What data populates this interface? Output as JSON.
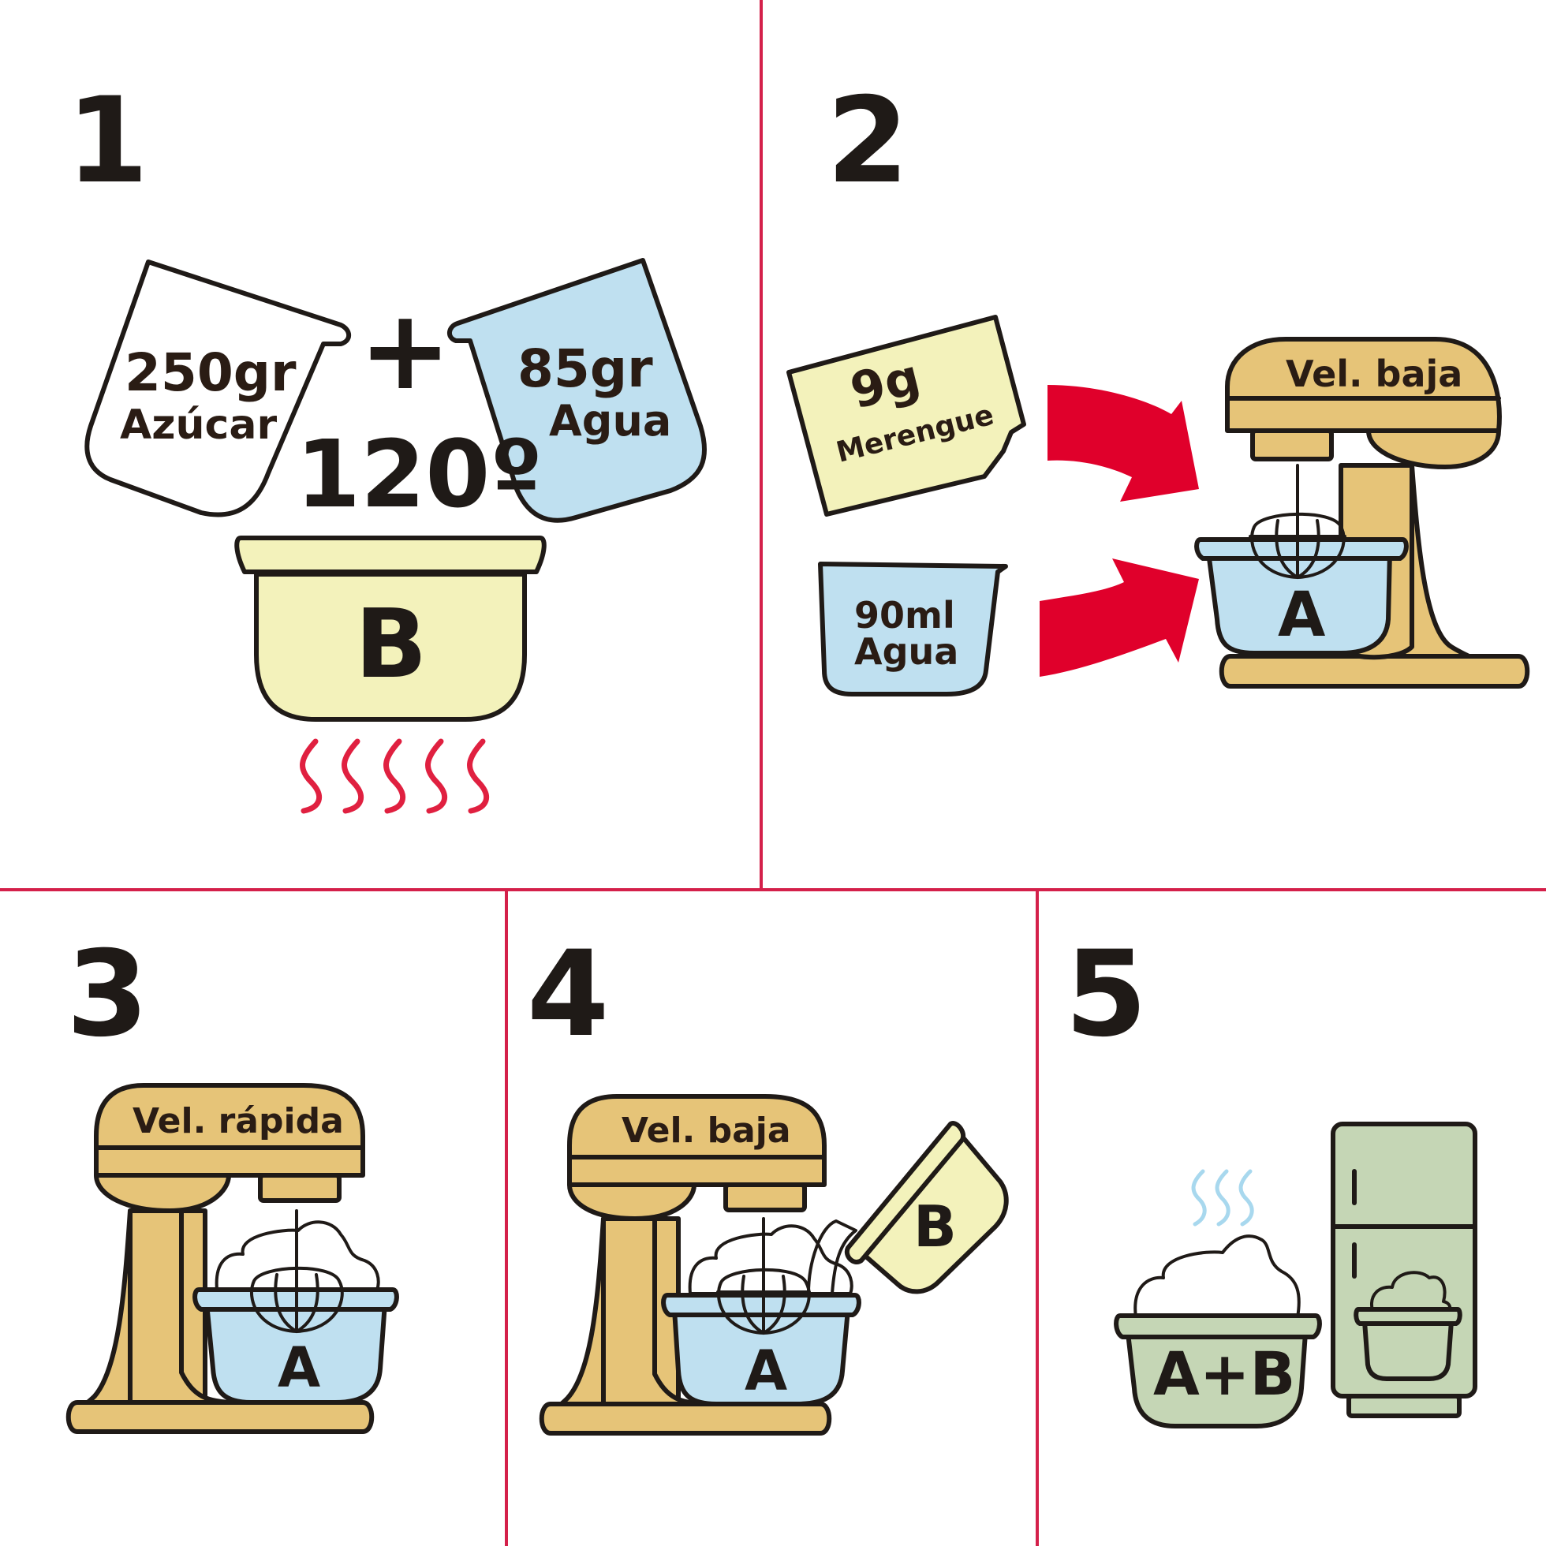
{
  "colors": {
    "divider": "#d4204a",
    "outline": "#1f1a17",
    "mixer": "#e6c478",
    "bowl_blue": "#bfe0f0",
    "pale_yellow": "#f3f2bb",
    "green": "#c5d6b5",
    "arrow_red": "#e0002b",
    "heat_red": "#e02040",
    "steam_blue": "#a8d8ee"
  },
  "steps": [
    {
      "number": "1",
      "sugar_amount": "250gr",
      "sugar_label": "Azúcar",
      "plus": "+",
      "water_amount": "85gr",
      "water_label": "Agua",
      "temperature": "120º",
      "pot_label": "B"
    },
    {
      "number": "2",
      "packet_amount": "9g",
      "packet_label": "Merengue",
      "cup_amount": "90ml",
      "cup_label": "Agua",
      "mixer_speed": "Vel. baja",
      "bowl_label": "A"
    },
    {
      "number": "3",
      "mixer_speed": "Vel. rápida",
      "bowl_label": "A"
    },
    {
      "number": "4",
      "mixer_speed": "Vel. baja",
      "bowl_label": "A",
      "pot_label": "B"
    },
    {
      "number": "5",
      "bowl_label": "A+B"
    }
  ]
}
